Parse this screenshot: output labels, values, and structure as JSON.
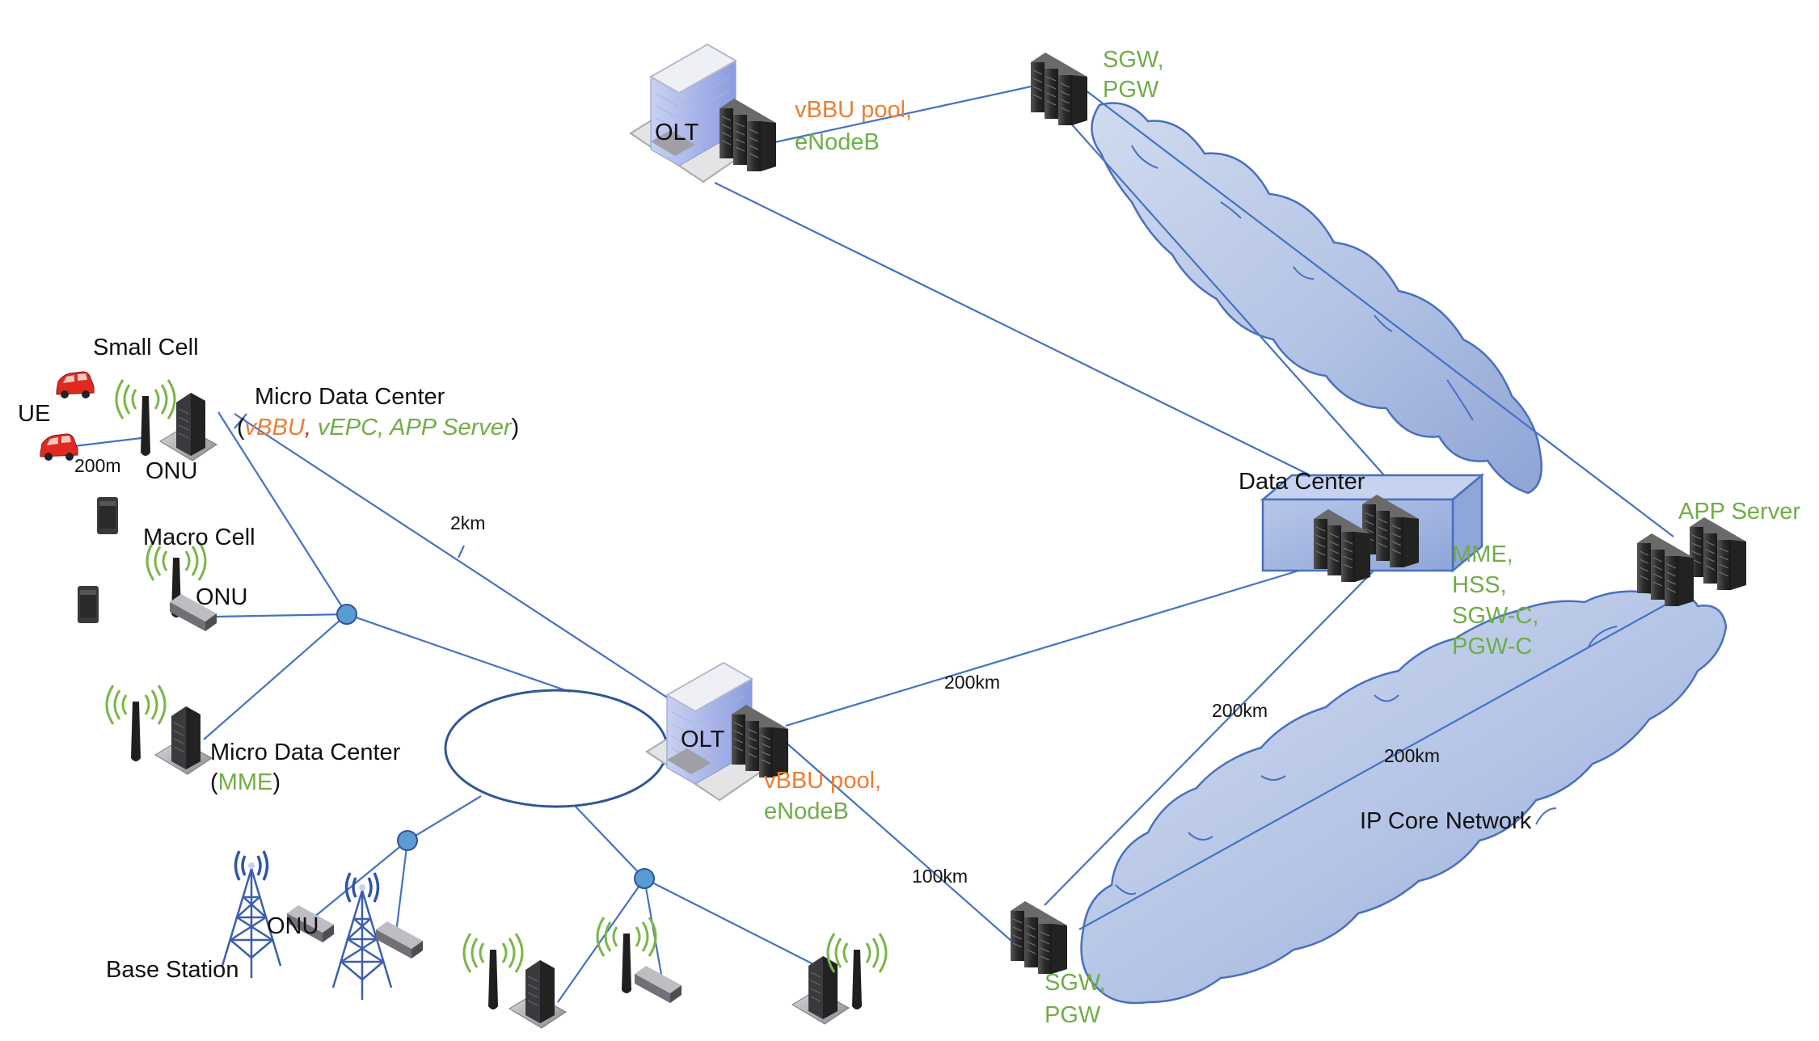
{
  "colors": {
    "link": "#4472c4",
    "cloud_fill": "#b4c4e4",
    "green_label": "#70ad47",
    "orange_label": "#ed7d31",
    "splitter": "#5b9bd5",
    "datacenter_box": "#8fa8d8"
  },
  "labels": {
    "small_cell": "Small Cell",
    "ue": "UE",
    "micro_dc_top": "Micro Data Center",
    "micro_dc_top_paren_open": "(",
    "micro_dc_top_vbbu": "vBBU",
    "micro_dc_top_comma": ",",
    "micro_dc_top_rest": " vEPC, APP Server",
    "micro_dc_top_paren_close": ")",
    "onu_small": "ONU",
    "dist_200m": "200m",
    "macro_cell": "Macro Cell",
    "onu_macro": "ONU",
    "micro_dc_bottom": "Micro Data Center",
    "micro_dc_bottom_paren_open": "(",
    "micro_dc_bottom_mme": "MME",
    "micro_dc_bottom_paren_close": ")",
    "base_station": "Base Station",
    "onu_base": "ONU",
    "dist_2km": "2km",
    "olt_top": "OLT",
    "olt_top_vbbu": "vBBU pool,",
    "olt_top_enodeb": "eNodeB",
    "sgw_top_line1": "SGW,",
    "sgw_top_line2": "PGW",
    "data_center": "Data Center",
    "dc_func_1": "MME,",
    "dc_func_2": "HSS,",
    "dc_func_3": "SGW-C,",
    "dc_func_4": "PGW-C",
    "app_server": "APP Server",
    "olt_mid": "OLT",
    "olt_mid_vbbu": "vBBU pool,",
    "olt_mid_enodeb": "eNodeB",
    "dist_200km_a": "200km",
    "dist_200km_b": "200km",
    "dist_200km_c": "200km",
    "dist_100km": "100km",
    "sgw_bottom_line1": "SGW,",
    "sgw_bottom_line2": "PGW",
    "ip_core": "IP Core Network"
  }
}
